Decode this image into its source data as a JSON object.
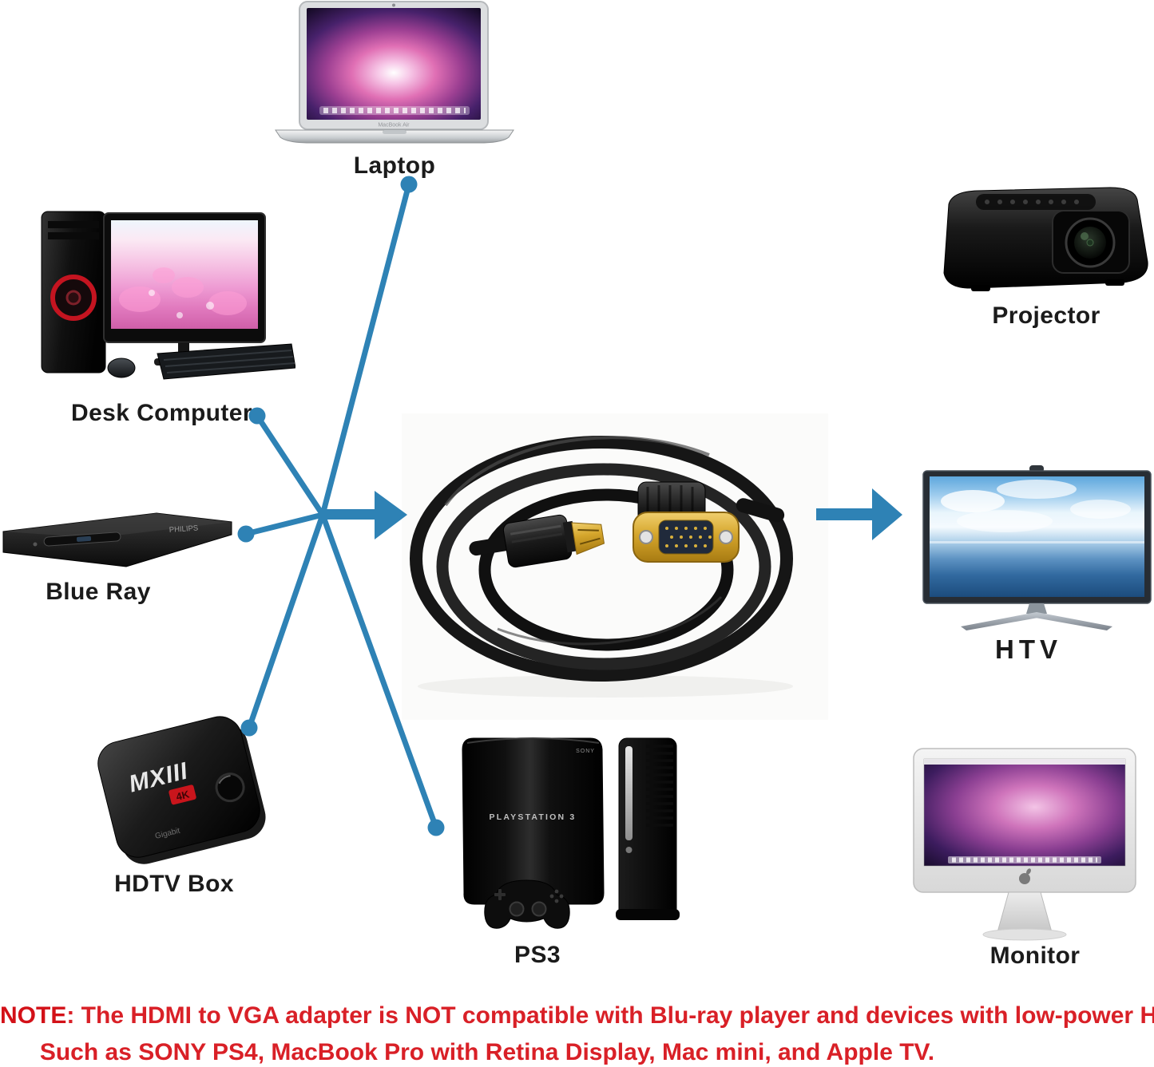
{
  "sources": [
    {
      "label": "Laptop"
    },
    {
      "label": "Desk Computer"
    },
    {
      "label": "Blue Ray"
    },
    {
      "label": "HDTV Box"
    },
    {
      "label": "PS3"
    }
  ],
  "outputs": [
    {
      "label": "Projector"
    },
    {
      "label": "HTV"
    },
    {
      "label": "Monitor"
    }
  ],
  "device_text": {
    "laptop_model": "MacBook Air",
    "blueray_brand": "PHILIPS",
    "hdtv_model": "MXIII",
    "hdtv_badge": "4K",
    "hdtv_brand": "Gigabit",
    "ps3_logo": "PLAYSTATION 3",
    "ps3_brand": "SONY"
  },
  "note": {
    "label": "NOTE",
    "line1": ": The HDMI to VGA adapter is NOT compatible with Blu-ray player and devices with low-power HDMI ports",
    "line2": "Such as SONY PS4, MacBook Pro with Retina Display, Mac mini, and Apple TV."
  },
  "colors": {
    "connector_blue": "#2E82B5",
    "note_red": "#D92027",
    "label_dark": "#1B1B1B",
    "hdtv_badge_red": "#C9151C"
  }
}
